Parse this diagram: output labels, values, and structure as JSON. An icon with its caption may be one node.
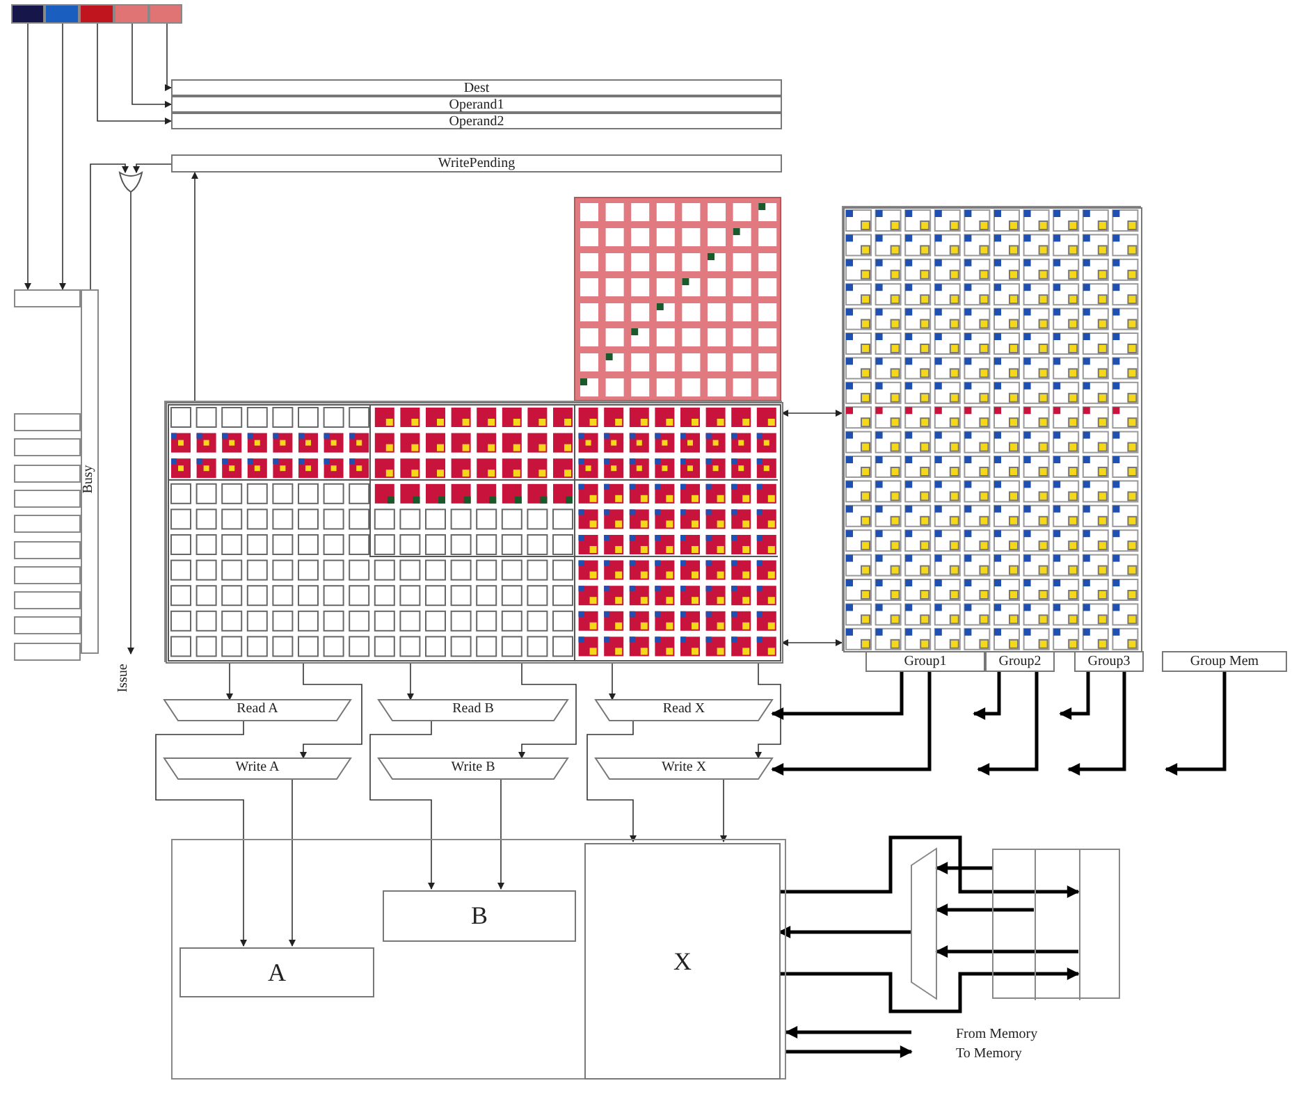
{
  "diagram": {
    "nodes": [
      {
        "text": [],
        "shape": "box"
      },
      {
        "text": [],
        "shape": "box"
      },
      {
        "text": [],
        "shape": "box"
      },
      {
        "text": [],
        "shape": "box"
      },
      {
        "text": [],
        "shape": "box"
      },
      {
        "text": [
          "Dest"
        ]
      },
      {
        "text": [
          "Operand1"
        ]
      },
      {
        "text": [
          "Operand2"
        ]
      },
      {
        "text": [
          "WritePending"
        ]
      },
      {
        "text": [],
        "shape": "gate"
      },
      {
        "text": [],
        "shape": "box"
      },
      {
        "text": [
          "Busy"
        ]
      },
      {
        "text": [],
        "shape": "box"
      },
      {
        "text": [],
        "shape": "box"
      },
      {
        "text": [],
        "shape": "box"
      },
      {
        "text": [],
        "shape": "box"
      },
      {
        "text": [],
        "shape": "box"
      },
      {
        "text": [],
        "shape": "box"
      },
      {
        "text": [],
        "shape": "box"
      },
      {
        "text": [],
        "shape": "box"
      },
      {
        "text": [],
        "shape": "box"
      },
      {
        "text": [],
        "shape": "box"
      },
      {
        "text": [
          "Issue"
        ]
      },
      {
        "text": [],
        "shape": "box"
      },
      {
        "text": [],
        "shape": "box"
      },
      {
        "text": [
          "Group1"
        ]
      },
      {
        "text": [
          "Group2"
        ]
      },
      {
        "text": [
          "Group3"
        ]
      },
      {
        "text": [
          "Group Mem"
        ]
      },
      {
        "text": [
          "Read A"
        ]
      },
      {
        "text": [
          "Read B"
        ]
      },
      {
        "text": [
          "Read X"
        ]
      },
      {
        "text": [
          "Write A"
        ]
      },
      {
        "text": [
          "Write B"
        ]
      },
      {
        "text": [
          "Write X"
        ]
      },
      {
        "text": [],
        "shape": "box"
      },
      {
        "text": [
          "A"
        ],
        "in": 35
      },
      {
        "text": [
          "B"
        ],
        "in": 35
      },
      {
        "text": [
          "X"
        ],
        "in": 35
      },
      {
        "text": [],
        "shape": "trapezoid"
      },
      {
        "text": [],
        "shape": "box"
      }
    ],
    "edges": [
      {
        "from": 0,
        "to": 10,
        "arrow": "to"
      },
      {
        "from": 1,
        "to": 10,
        "arrow": "to"
      },
      {
        "from": 2,
        "to": 7,
        "arrow": "to"
      },
      {
        "from": 3,
        "to": 6,
        "arrow": "to"
      },
      {
        "from": 4,
        "to": 5,
        "arrow": "to"
      },
      {
        "from": 8,
        "to": 9,
        "arrow": "to"
      },
      {
        "from": 11,
        "to": 9,
        "arrow": "to"
      },
      {
        "from": 9,
        "to": 22,
        "arrow": "to"
      },
      {
        "from": 23,
        "to": 8,
        "arrow": "to"
      },
      {
        "from": 23,
        "to": 29,
        "arrow": "to"
      },
      {
        "from": 23,
        "to": 32,
        "arrow": "to"
      },
      {
        "from": 23,
        "to": 30,
        "arrow": "to"
      },
      {
        "from": 23,
        "to": 33,
        "arrow": "to"
      },
      {
        "from": 23,
        "to": 31,
        "arrow": "to"
      },
      {
        "from": 23,
        "to": 34,
        "arrow": "to"
      },
      {
        "from": 29,
        "to": 36,
        "arrow": "to"
      },
      {
        "from": 32,
        "to": 36,
        "arrow": "to"
      },
      {
        "from": 30,
        "to": 37,
        "arrow": "to"
      },
      {
        "from": 33,
        "to": 37,
        "arrow": "to"
      },
      {
        "from": 31,
        "to": 38,
        "arrow": "to"
      },
      {
        "from": 34,
        "to": 38,
        "arrow": "to"
      },
      {
        "from": 23,
        "to": 24,
        "arrow": "both"
      },
      {
        "from": 23,
        "to": 24,
        "arrow": "both"
      },
      {
        "from": 25,
        "to": 31,
        "arrow": "to",
        "style": "thick"
      },
      {
        "from": 25,
        "to": 34,
        "arrow": "to",
        "style": "thick"
      },
      {
        "from": 26,
        "to": null,
        "arrow": "to",
        "style": "thick"
      },
      {
        "from": 26,
        "to": null,
        "arrow": "to",
        "style": "thick"
      },
      {
        "from": 27,
        "to": null,
        "arrow": "to",
        "style": "thick"
      },
      {
        "from": 27,
        "to": null,
        "arrow": "to",
        "style": "thick"
      },
      {
        "from": 28,
        "to": null,
        "arrow": "to",
        "style": "thick"
      },
      {
        "from": 38,
        "to": 40,
        "arrow": "to",
        "style": "thick"
      },
      {
        "from": 38,
        "to": 40,
        "arrow": "to",
        "style": "thick"
      },
      {
        "from": 40,
        "to": 39,
        "arrow": "to",
        "style": "thick"
      },
      {
        "from": 40,
        "to": 39,
        "arrow": "to",
        "style": "thick"
      },
      {
        "from": 40,
        "to": 39,
        "arrow": "to",
        "style": "thick"
      },
      {
        "from": 39,
        "to": 38,
        "arrow": "to",
        "style": "thick"
      },
      {
        "from": null,
        "to": 35,
        "arrow": "to",
        "style": "thick"
      },
      {
        "from": 35,
        "to": null,
        "arrow": "to",
        "style": "thick"
      }
    ],
    "labels": [
      "From Memory",
      "To Memory"
    ]
  }
}
